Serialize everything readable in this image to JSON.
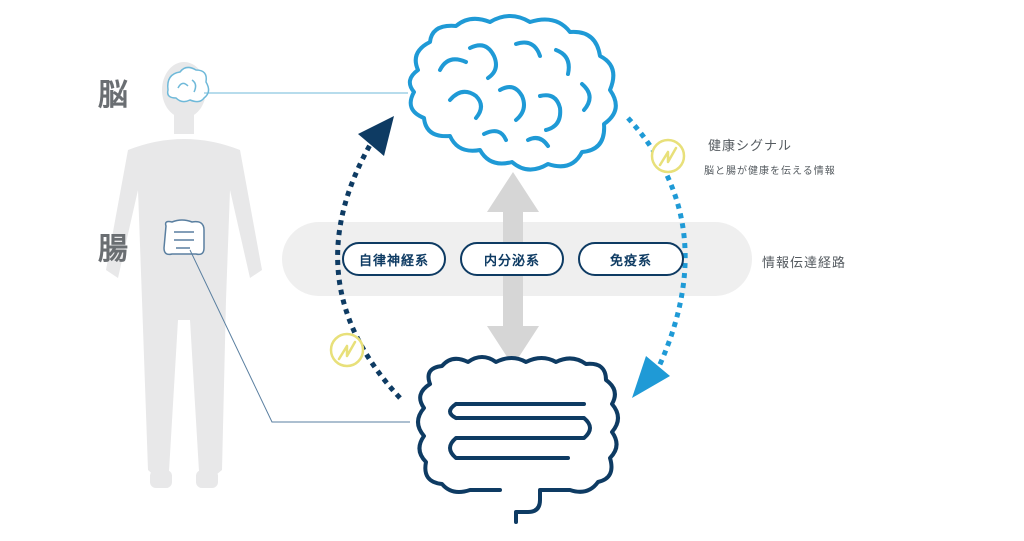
{
  "labels": {
    "brain": "脳",
    "gut": "腸",
    "signal_title": "健康シグナル",
    "signal_desc": "脳と腸が健康を伝える情報",
    "pathway_title": "情報伝達経路"
  },
  "pathways": [
    "自律神経系",
    "内分泌系",
    "免疫系"
  ],
  "colors": {
    "navy": "#0e3b63",
    "cyan": "#1f9ad6",
    "signal_yellow": "#e8e07a",
    "body_gray": "#e8e8e9",
    "band_gray": "#efefef"
  }
}
